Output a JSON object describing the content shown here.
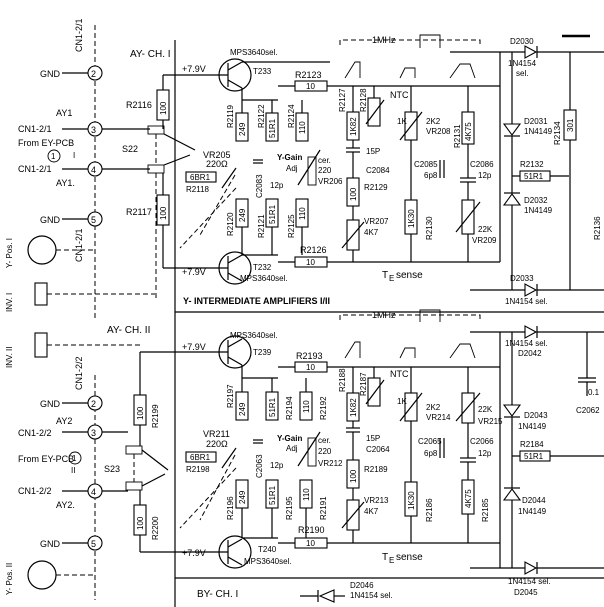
{
  "labels": {
    "cn1_2_1_top": "CN1-2/1",
    "cn1_2_1_bot": "CN1-2/1",
    "cn1_2_2_top": "CN1-2/2",
    "cn1_2_2_bot": "CN1-2/2",
    "gnd1": "GND",
    "gnd2": "GND",
    "gnd3": "GND",
    "gnd4": "GND",
    "ay1": "AY1",
    "ay1_cn": "CN1-2/1",
    "from_ey1": "From  EY-PCB",
    "ay1_dot": "AY1.",
    "ay2": "AY2",
    "ay2_cn": "CN1-2/2",
    "from_ey2": "From  EY-PCB",
    "ay2_dot": "AY2.",
    "roman1": "I",
    "roman2": "II",
    "circ1": "1",
    "circ2": "1",
    "pin2a": "2",
    "pin3a": "3",
    "pin4a": "4",
    "pin5a": "5",
    "pin2b": "2",
    "pin3b": "3",
    "pin4b": "4",
    "pin5b": "5",
    "ypos1": "Y- Pos. I",
    "inv1": "INV. I",
    "inv2": "INV. II",
    "ypos2": "Y- Pos. II",
    "ch1_title": "AY- CH. I",
    "ch2_title": "AY- CH. II",
    "by_title": "BY- CH. I",
    "s22": "S22",
    "s23": "S23",
    "r2116": "R2116",
    "r2117": "R2117",
    "r2199": "R2199",
    "r2200": "R2200",
    "v100a": "100",
    "v100b": "100",
    "v100c": "100",
    "v100d": "100",
    "vcc1": "+7.9V",
    "vcc2": "+7.9V",
    "vcc3": "+7.9V",
    "vcc4": "+7.9V",
    "t233": "MPS3640sel.",
    "t233n": "T233",
    "t232": "MPS3640sel.",
    "t232n": "T232",
    "t239": "MPS3640sel.",
    "t239n": "T239",
    "t240": "MPS3640sel.",
    "t240n": "T240",
    "r2123": "R2123",
    "r2123v": "10",
    "r2126": "R2126",
    "r2126v": "10",
    "r2193": "R2193",
    "r2193v": "10",
    "r2190": "R2190",
    "r2190v": "10",
    "r2119": "R2119",
    "r2119v": "249",
    "r2120": "R2120",
    "r2120v": "249",
    "r2122": "R2122",
    "r2122v": "51R1",
    "r2121": "R2121",
    "r2121v": "51R1",
    "r2124": "R2124",
    "r2124v": "110",
    "r2125": "R2125",
    "r2125v": "110",
    "r2127": "R2127",
    "r2127v": "1K82",
    "r2128": "R2128",
    "r2128v": "",
    "ntc1": "NTC",
    "ntc2": "NTC",
    "vr205": "VR205",
    "vr205v": "220Ω",
    "vr206": "VR206",
    "ygain1": "Y-Gain",
    "adj1": "Adj",
    "cer1": "cer.",
    "c220a": "220",
    "c2083": "C2083",
    "c12p1": "12p",
    "r2118": "R2118",
    "r2118v": "6BR1",
    "c2084": "C2084",
    "c15p1": "15P",
    "r2129": "R2129",
    "r2129v": "100",
    "vr207": "VR207",
    "vr207v": "4K7",
    "vr208": "VR208",
    "k2k2a": "2K2",
    "k1a": "1K",
    "r2130": "R2130",
    "r2130v": "1K30",
    "c2085": "C2085",
    "c6p8a": "6p8",
    "r2131": "R2131",
    "r2131v": "4K75",
    "c2086": "C2086",
    "c12p2": "12p",
    "vr209": "VR209",
    "k22a": "22K",
    "r2132": "R2132",
    "r2132v": "51R1",
    "r2134": "R2134",
    "r2134v": "301",
    "r2136": "R2136",
    "d2030": "D2030",
    "d2030v": "1N4154",
    "d2030s": "sel.",
    "d2031": "D2031",
    "d2031v": "1N4149",
    "d2032": "D2032",
    "d2032v": "1N4149",
    "d2033": "D2033",
    "d2033v": "1N4154 sel.",
    "d2042": "D2042",
    "d2042v": "1N4154 sel.",
    "d2043": "D2043",
    "d2043v": "1N4149",
    "d2044": "D2044",
    "d2044v": "1N4149",
    "d2045": "D2045",
    "d2045v": "1N4154 sel.",
    "d2046": "D2046",
    "d2046v": "1N4154 sel.",
    "te1": "T",
    "te1s": "E",
    "te1r": "sense",
    "te2": "T",
    "te2s": "E",
    "te2r": "sense",
    "mhz1": "1MHz",
    "mhz2": "1MHz",
    "yint": "Y- INTERMEDIATE  AMPLIFIERS I/II",
    "vr211": "VR211",
    "vr211v": "220Ω",
    "r2198": "R2198",
    "r2198v": "6BR1",
    "c2063": "C2063",
    "c12p3": "12p",
    "r2197": "R2197",
    "r2197v": "249",
    "r2196": "R2196",
    "r2196v": "249",
    "r2194": "R2194",
    "r2194v": "51R1",
    "r2195": "R2195",
    "r2195v": "51R1",
    "r2192": "R2192",
    "r2192v": "110",
    "r2191": "R2191",
    "r2191v": "110",
    "ygain2": "Y-Gain",
    "adj2": "Adj",
    "cer2": "cer.",
    "c220b": "220",
    "vr212": "VR212",
    "r2188": "R2188",
    "r2188v": "1K82",
    "r2187": "R2187",
    "c2064": "C2064",
    "c15p2": "15P",
    "r2189": "R2189",
    "r2189v": "100",
    "vr213": "VR213",
    "vr213v": "4K7",
    "vr214": "VR214",
    "k2k2b": "2K2",
    "k1b": "1K",
    "r2186": "R2186",
    "r2186v": "1K30",
    "c2065": "C2065",
    "c6p8b": "6p8",
    "r2185": "R2185",
    "r2185v": "4K75",
    "c2066": "C2066",
    "c12p4": "12p",
    "vr215": "VR215",
    "k22b": "22K",
    "r2184": "R2184",
    "r2184v": "51R1",
    "c2062": "C2062",
    "c01": "0.1"
  }
}
